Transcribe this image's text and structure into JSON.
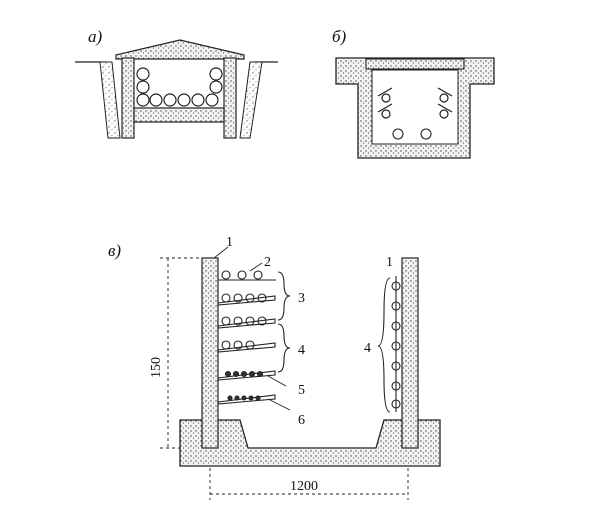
{
  "figure": {
    "panel_a": {
      "label": "а)"
    },
    "panel_b": {
      "label": "б)"
    },
    "panel_v": {
      "label": "в)",
      "callouts": [
        "1",
        "2",
        "3",
        "4",
        "5",
        "6"
      ],
      "right_callouts": [
        "1",
        "4"
      ],
      "height_dimension": "150",
      "width_dimension": "1200"
    }
  }
}
